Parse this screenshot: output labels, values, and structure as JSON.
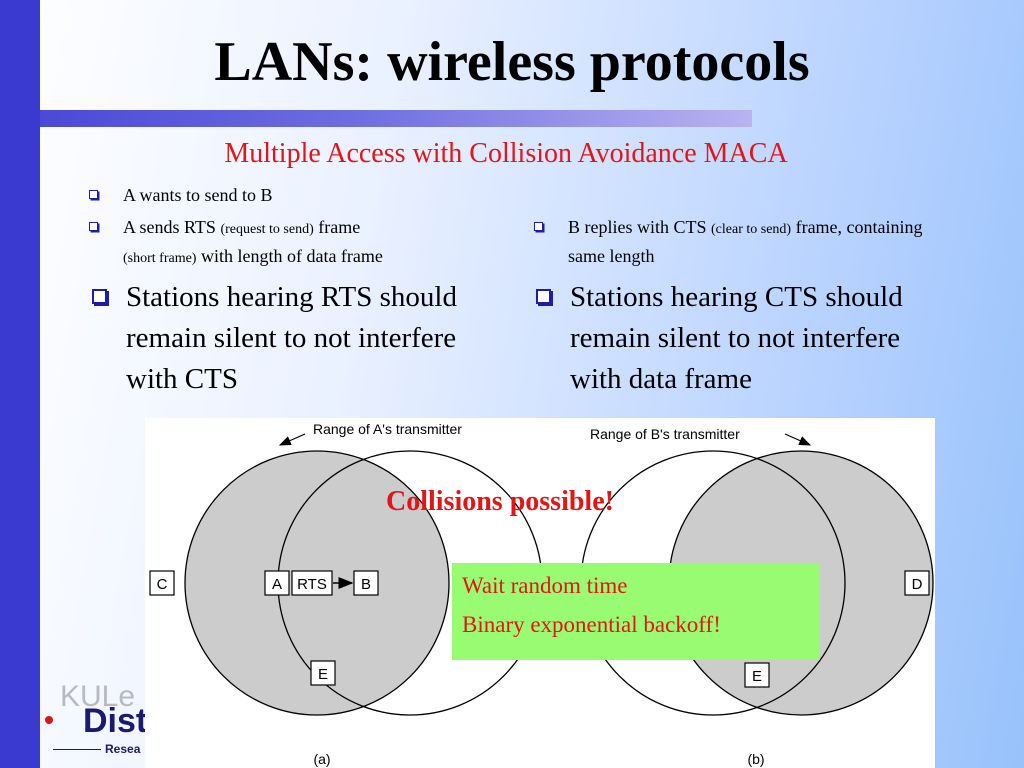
{
  "slide": {
    "title": "LANs: wireless protocols",
    "subtitle": "Multiple Access with Collision Avoidance   MACA"
  },
  "left_column": {
    "bullet1": "A wants to send to B",
    "bullet2_a": "A sends RTS ",
    "bullet2_b": "(request to send)",
    "bullet2_c": " frame",
    "bullet2_d": "(short frame)",
    "bullet2_e": " with length of data frame",
    "bullet3": "Stations hearing RTS should remain silent to not interfere with CTS"
  },
  "right_column": {
    "bullet1_a": "B replies with CTS ",
    "bullet1_b": "(clear to send)",
    "bullet1_c": " frame, containing same length",
    "bullet2": "Stations hearing CTS should remain silent to not interfere with data frame"
  },
  "logo": {
    "text1": "KULe",
    "text2": "Distr",
    "text3": "Resea"
  },
  "diagram": {
    "label_range_a": "Range of A's transmitter",
    "label_range_b": "Range of B's transmitter",
    "collision_text": "Collisions possible!",
    "note_line1": "Wait random time",
    "note_line2": "Binary exponential backoff!",
    "node_c": "C",
    "node_a": "A",
    "node_rts": "RTS",
    "node_b": "B",
    "node_e_left": "E",
    "node_d": "D",
    "node_e_right": "E",
    "caption_a": "(a)",
    "caption_b": "(b)",
    "colors": {
      "shade": "#cccccc",
      "accent": "#e41515",
      "note_bg": "#98fb72"
    }
  }
}
